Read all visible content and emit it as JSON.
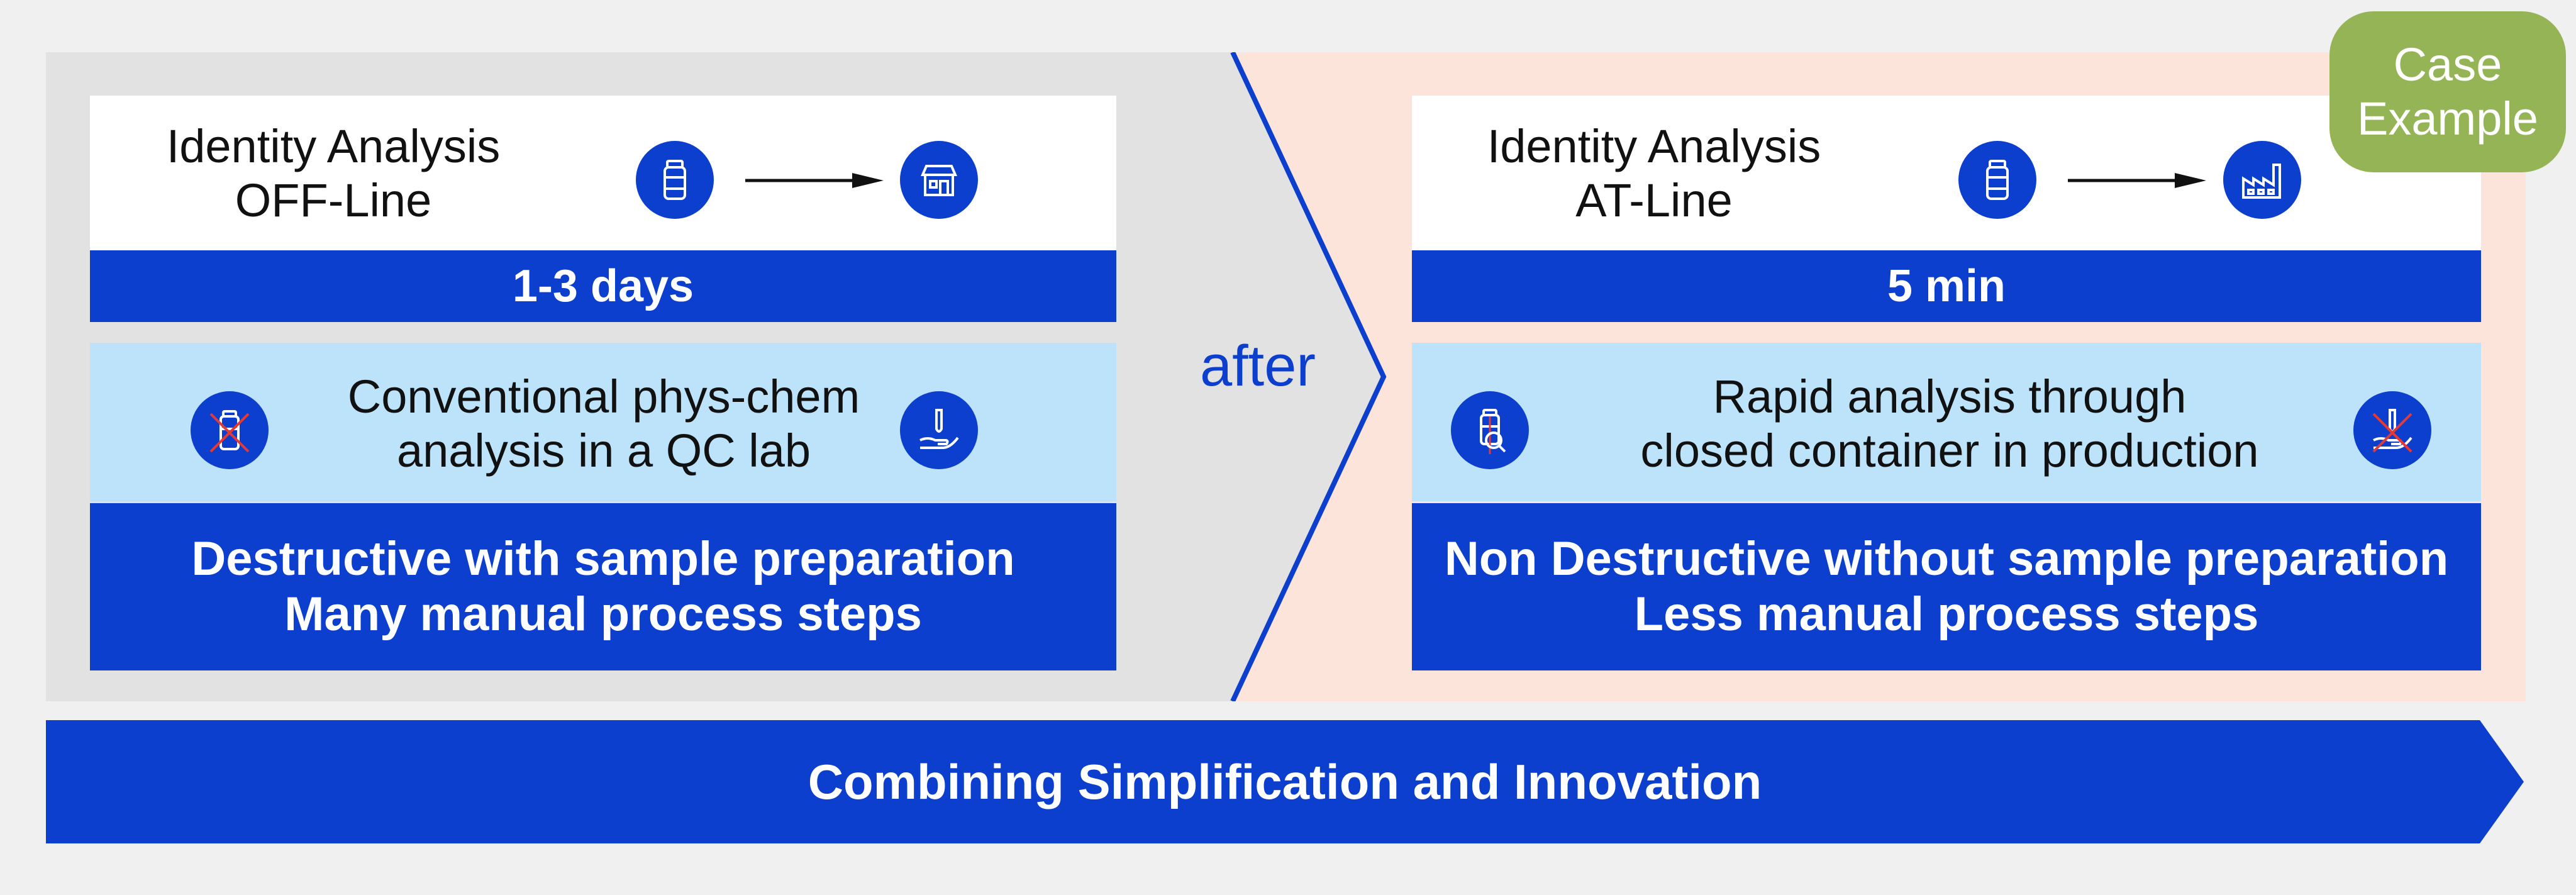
{
  "left": {
    "title_line1": "Identity Analysis",
    "title_line2": "OFF-Line",
    "duration": "1-3 days",
    "method_line1": "Conventional phys-chem",
    "method_line2": "analysis in a QC lab",
    "effect_line1": "Destructive with sample preparation",
    "effect_line2": "Many manual process steps",
    "icons": [
      "vial-icon",
      "arrow-icon",
      "lab-building-icon",
      "crossed-vial-icon",
      "test-tube-hand-icon"
    ]
  },
  "after_label": "after",
  "right": {
    "title_line1": "Identity Analysis",
    "title_line2": "AT-Line",
    "duration": "5 min",
    "method_line1": "Rapid analysis through",
    "method_line2": "closed container in production",
    "effect_line1": "Non Destructive without sample preparation",
    "effect_line2": "Less manual process steps",
    "icons": [
      "vial-icon",
      "arrow-icon",
      "factory-icon",
      "vial-scan-icon",
      "crossed-test-tube-hand-icon"
    ]
  },
  "badge": {
    "line1": "Case",
    "line2": "Example"
  },
  "banner_text": "Combining Simplification and Innovation",
  "colors": {
    "primary_blue": "#0c3fce",
    "light_blue": "#bde3fb",
    "before_bg": "#e2e2e2",
    "after_bg": "#fce4da",
    "badge_green": "#94b455",
    "cross_red": "#e53935"
  }
}
